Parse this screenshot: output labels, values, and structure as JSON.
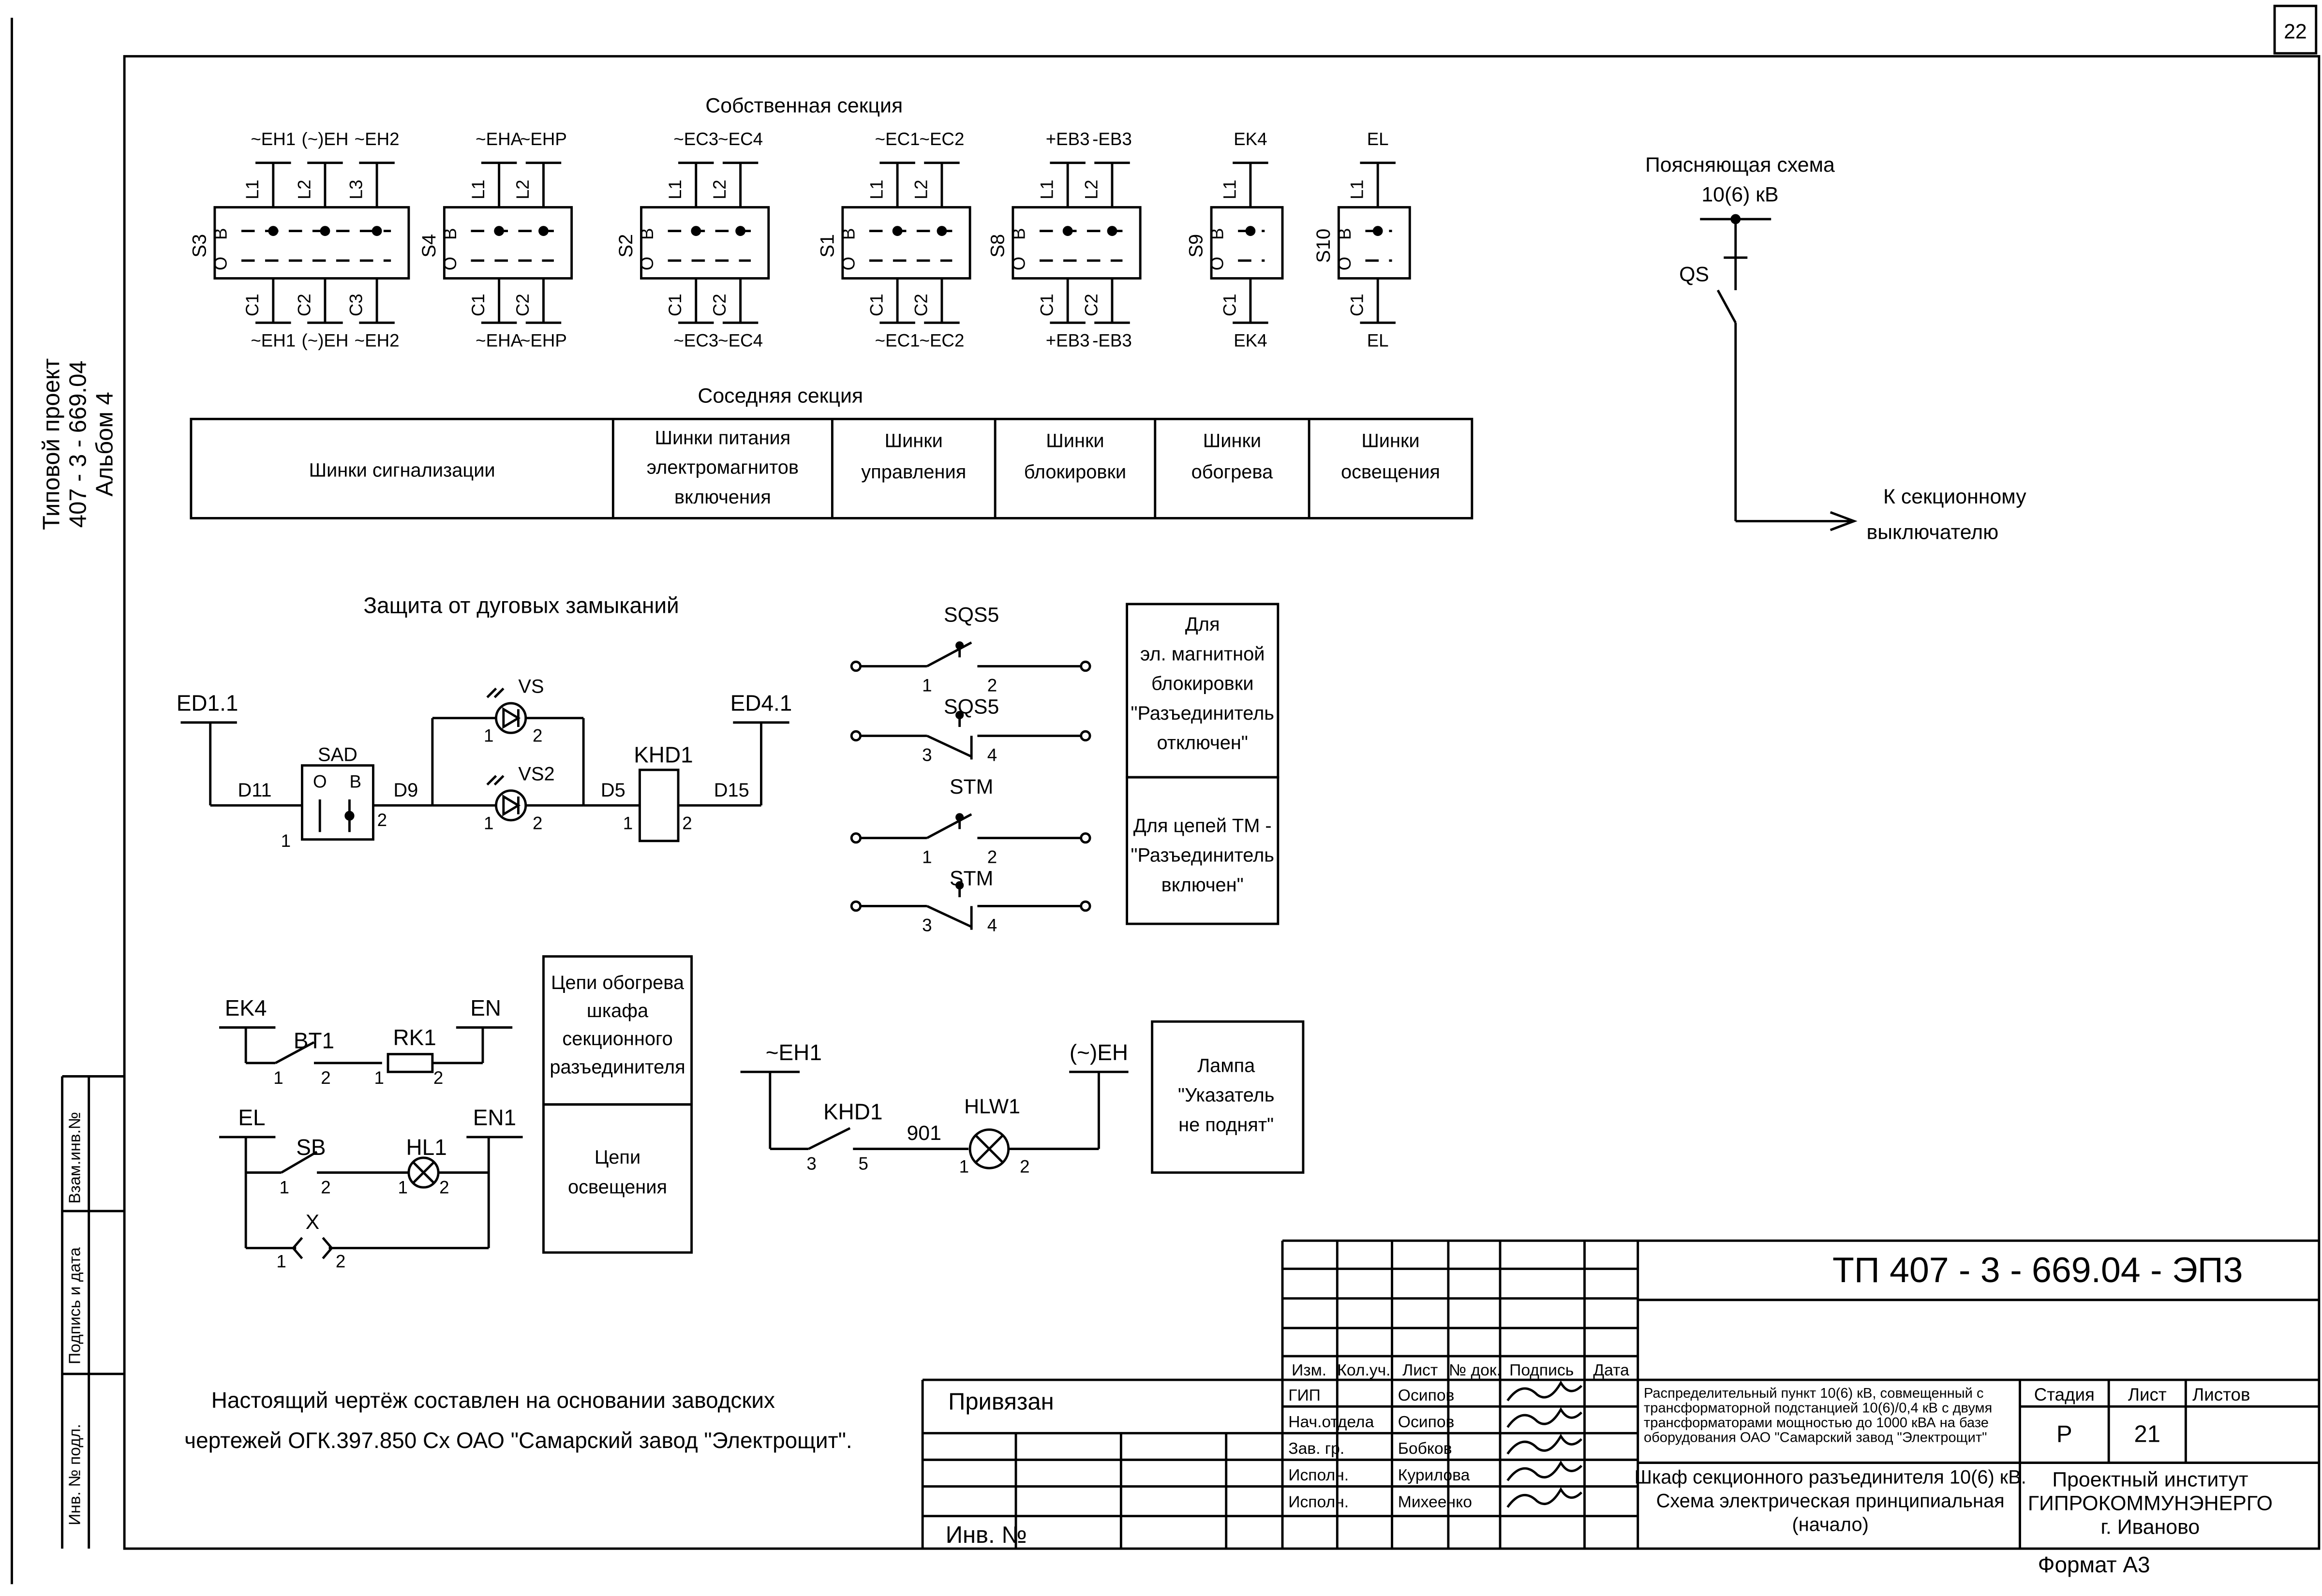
{
  "page_number": "22",
  "side": {
    "project_line1": "Типовой проект",
    "project_line2": "407 - 3 - 669.04",
    "project_line3": "Альбом 4",
    "vzam": "Взам.инв.№",
    "podpis": "Подпись и дата",
    "inv_podl": "Инв. № подл."
  },
  "own_section": {
    "title": "Собственная секция",
    "switches": [
      {
        "name": "S3",
        "top": [
          "~EH1",
          "(~)EH",
          "~EH2"
        ],
        "bottom": [
          "~EH1",
          "(~)EH",
          "~EH2"
        ],
        "L": [
          "L1",
          "L2",
          "L3"
        ],
        "C": [
          "C1",
          "C2",
          "C3"
        ]
      },
      {
        "name": "S4",
        "top": [
          "~EHA",
          "~EHP"
        ],
        "bottom": [
          "~EHA",
          "~EHP"
        ],
        "L": [
          "L1",
          "L2"
        ],
        "C": [
          "C1",
          "C2"
        ]
      },
      {
        "name": "S2",
        "top": [
          "~EC3",
          "~EC4"
        ],
        "bottom": [
          "~EC3",
          "~EC4"
        ],
        "L": [
          "L1",
          "L2"
        ],
        "C": [
          "C1",
          "C2"
        ]
      },
      {
        "name": "S1",
        "top": [
          "~EC1",
          "~EC2"
        ],
        "bottom": [
          "~EC1",
          "~EC2"
        ],
        "L": [
          "L1",
          "L2"
        ],
        "C": [
          "C1",
          "C2"
        ]
      },
      {
        "name": "S8",
        "top": [
          "+EB3",
          "-EB3"
        ],
        "bottom": [
          "+EB3",
          "-EB3"
        ],
        "L": [
          "L1",
          "L2"
        ],
        "C": [
          "C1",
          "C2"
        ]
      },
      {
        "name": "S9",
        "top": [
          "EK4"
        ],
        "bottom": [
          "EK4"
        ],
        "L": [
          "L1"
        ],
        "C": [
          "C1"
        ]
      },
      {
        "name": "S10",
        "top": [
          "EL"
        ],
        "bottom": [
          "EL"
        ],
        "L": [
          "L1"
        ],
        "C": [
          "C1"
        ]
      }
    ],
    "pos_b": "B",
    "pos_o": "O"
  },
  "neighbor_section": {
    "title": "Соседняя секция",
    "cells": [
      [
        "Шинки сигнализации"
      ],
      [
        "Шинки  питания",
        "электромагнитов",
        "включения"
      ],
      [
        "Шинки",
        "управления"
      ],
      [
        "Шинки",
        "блокировки"
      ],
      [
        "Шинки",
        "обогрева"
      ],
      [
        "Шинки",
        "освещения"
      ]
    ]
  },
  "explain": {
    "title1": "Поясняющая схема",
    "title2": "10(6) кВ",
    "qs": "QS",
    "target1": "К секционному",
    "target2": "выключателю"
  },
  "arc": {
    "title": "Защита от дуговых замыканий",
    "left_bus": "ED1.1",
    "right_bus": "ED4.1",
    "sad": "SAD",
    "vs": "VS",
    "vs2": "VS2",
    "khd1": "KHD1",
    "wires": [
      "D11",
      "D9",
      "D5",
      "D15"
    ],
    "pins": [
      "1",
      "2"
    ]
  },
  "blocking": {
    "sqs5": "SQS5",
    "stm": "STM",
    "pins": [
      "1",
      "2",
      "3",
      "4"
    ],
    "box1": [
      "Для",
      "эл. магнитной",
      "блокировки",
      "\"Разъединитель",
      "отключен\""
    ],
    "box2": [
      "Для цепей ТМ -",
      "\"Разъединитель",
      "включен\""
    ]
  },
  "heating": {
    "ek4": "EK4",
    "en": "EN",
    "bt1": "BT1",
    "rk1": "RK1",
    "el": "EL",
    "en1": "EN1",
    "sb": "SB",
    "hl1": "HL1",
    "x": "X",
    "box_heat": [
      "Цепи обогрева",
      "шкафа",
      "секционного",
      "разъединителя"
    ],
    "box_light": [
      "Цепи",
      "освещения"
    ]
  },
  "lamp": {
    "left_bus": "~EH1",
    "right_bus": "(~)EH",
    "khd1": "KHD1",
    "hlw1": "HLW1",
    "wire": "901",
    "pins": [
      "3",
      "5",
      "1",
      "2"
    ],
    "box": [
      "Лампа",
      "\"Указатель",
      "не поднят\""
    ]
  },
  "note": {
    "line1": "Настоящий чертёж составлен на основании заводских",
    "line2": "чертежей ОГК.397.850 Сх ОАО \"Самарский завод \"Электрощит\"."
  },
  "stamp": {
    "privyazan": "Привязан",
    "inv": "Инв. №",
    "code": "ТП  407 - 3 - 669.04 - ЭП3",
    "headers": [
      "Изм.",
      "Кол.уч.",
      "Лист",
      "№ док.",
      "Подпись",
      "Дата"
    ],
    "roles": [
      "ГИП",
      "Нач.отдела",
      "Зав. гр.",
      "Исполн.",
      "Исполн."
    ],
    "names": [
      "Осипов",
      "Осипов",
      "Бобков",
      "Курилова",
      "Михеенко"
    ],
    "description": [
      "Распределительный пункт 10(6) кВ, совмещенный с",
      "трансформаторной подстанцией 10(6)/0,4 кВ с двумя",
      "трансформаторами мощностью до 1000 кВА на базе",
      "оборудования ОАО \"Самарский завод \"Электрощит\""
    ],
    "drawing_title": [
      "Шкаф секционного разъединителя 10(6) кВ.",
      "Схема электрическая принципиальная",
      "(начало)"
    ],
    "stage_label": "Стадия",
    "sheet_label": "Лист",
    "sheets_label": "Листов",
    "stage": "Р",
    "sheet": "21",
    "org": [
      "Проектный институт",
      "ГИПРОКОММУНЭНЕРГО",
      "г. Иваново"
    ],
    "format": "Формат А3"
  }
}
